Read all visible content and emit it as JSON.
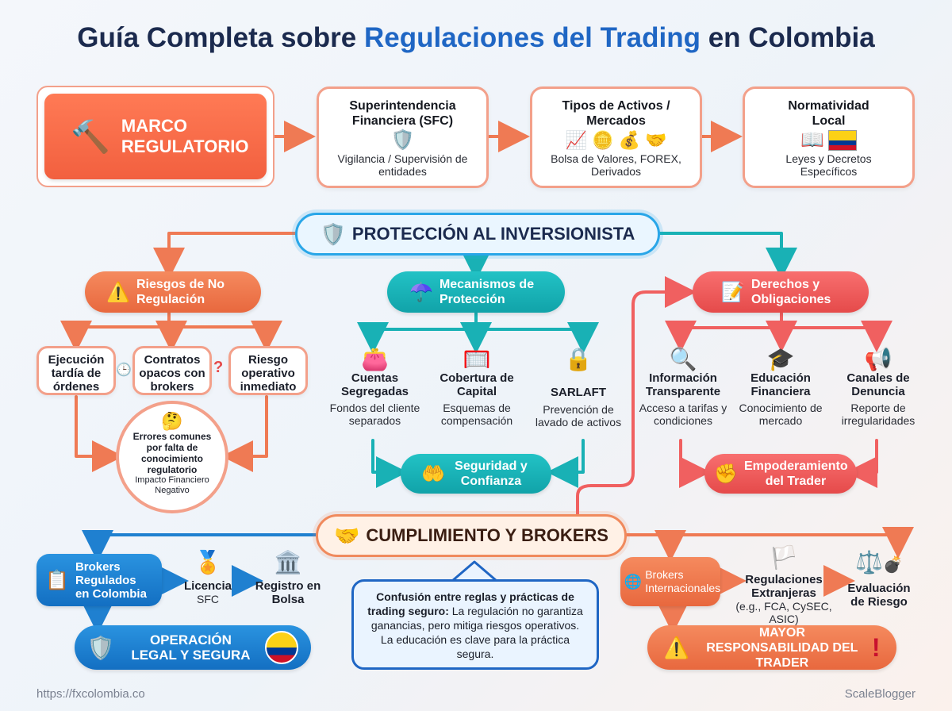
{
  "title": {
    "part1": "Guía Completa sobre ",
    "part2": "Regulaciones del Trading",
    "part3": " en Colombia"
  },
  "marco": {
    "label": "MARCO REGULATORIO",
    "boxes": [
      {
        "title": "Superintendencia Financiera (SFC)",
        "sub": "Vigilancia / Supervisión de entidades"
      },
      {
        "title": "Tipos de Activos / Mercados",
        "sub": "Bolsa de Valores, FOREX, Derivados"
      },
      {
        "title": "Normatividad Local",
        "sub": "Leyes y Decretos Específicos"
      }
    ]
  },
  "proteccion": {
    "label": "PROTECCIÓN AL INVERSIONISTA"
  },
  "riesgos": {
    "label": "Riesgos de No Regulación",
    "items": [
      "Ejecución tardía de órdenes",
      "Contratos opacos con brokers",
      "Riesgo operativo inmediato"
    ],
    "circle_title": "Errores comunes por falta de conocimiento regulatorio",
    "circle_sub": "Impacto Financiero Negativo"
  },
  "mecanismos": {
    "label": "Mecanismos de Protección",
    "items": [
      {
        "title": "Cuentas Segregadas",
        "sub": "Fondos del cliente separados"
      },
      {
        "title": "Cobertura de Capital",
        "sub": "Esquemas de compensación"
      },
      {
        "title": "SARLAFT",
        "sub": "Prevención de lavado de activos"
      }
    ],
    "result": "Seguridad y Confianza"
  },
  "derechos": {
    "label": "Derechos y Obligaciones",
    "items": [
      {
        "title": "Información Transparente",
        "sub": "Acceso a tarifas y condiciones"
      },
      {
        "title": "Educación Financiera",
        "sub": "Conocimiento de mercado"
      },
      {
        "title": "Canales de Denuncia",
        "sub": "Reporte de irregularidades"
      }
    ],
    "result": "Empoderamiento del Trader"
  },
  "cumplimiento": {
    "label": "CUMPLIMIENTO Y BROKERS"
  },
  "brokers_col": {
    "label": "Brokers Regulados en Colombia",
    "licencia_title": "Licencia",
    "licencia_sub": "SFC",
    "registro": "Registro en Bolsa",
    "result": "OPERACIÓN LEGAL Y SEGURA"
  },
  "callout": {
    "bold": "Confusión entre reglas y prácticas de trading seguro:",
    "text": " La regulación no garantiza ganancias, pero mitiga riesgos operativos. La educación es clave para la práctica segura."
  },
  "brokers_int": {
    "label": "Brokers Internacionales",
    "reg_title": "Regulaciones Extranjeras",
    "reg_sub": " (e.g., FCA, CySEC, ASIC)",
    "eval": "Evaluación de Riesgo",
    "result": "MAYOR RESPONSABILIDAD DEL TRADER"
  },
  "footer": {
    "left": "https://fxcolombia.co",
    "right": "ScaleBlogger"
  },
  "colors": {
    "orange": "#e8683e",
    "teal": "#11a3a9",
    "red": "#e54a4a",
    "blue": "#136fc2",
    "navy": "#1b2a4e"
  },
  "icons": [
    "gavel-icon",
    "shield-badge-icon",
    "chart-icon",
    "coins-icon",
    "moneybag-icon",
    "book-icon",
    "colombia-flag-icon",
    "shield-check-icon",
    "warning-icon",
    "clock-icon",
    "question-icon",
    "confused-person-icon",
    "umbrella-icon",
    "wallet-icon",
    "net-icon",
    "lock-icon",
    "handshake-shield-icon",
    "document-pen-icon",
    "magnifier-icon",
    "graduation-cap-icon",
    "megaphone-icon",
    "fist-icon",
    "handshake-icon",
    "clipboard-icon",
    "medal-icon",
    "bank-icon",
    "globe-icon",
    "flags-icon",
    "scale-icon",
    "bomb-icon",
    "exclamation-icon"
  ]
}
